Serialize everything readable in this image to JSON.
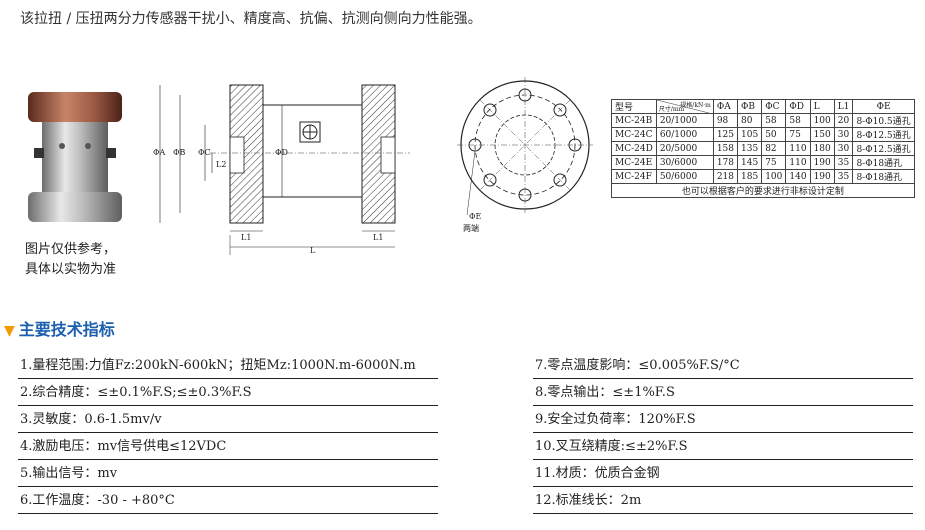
{
  "intro": "该拉扭 / 压扭两分力传感器干扰小、精度高、抗偏、抗测向侧向力性能强。",
  "photo": {
    "caption_line1": "图片仅供参考，",
    "caption_line2": "具体以实物为准"
  },
  "drawing": {
    "labels": {
      "a": "ΦA",
      "b": "ΦB",
      "c": "ΦC",
      "d": "ΦD",
      "l2": "L2",
      "l1_left": "L1",
      "l1_right": "L1",
      "l": "L",
      "e": "ΦE",
      "both_ends": "两端"
    }
  },
  "table": {
    "headers": [
      "型号",
      "",
      "ΦA",
      "ΦB",
      "ΦC",
      "ΦD",
      "L",
      "L1",
      "ΦE"
    ],
    "range_header_top": "规格/kN·m",
    "range_header_bottom": "尺寸/mm",
    "rows": [
      [
        "MC-24B",
        "20/1000",
        "98",
        "80",
        "58",
        "58",
        "100",
        "20",
        "8-Φ10.5通孔"
      ],
      [
        "MC-24C",
        "60/1000",
        "125",
        "105",
        "50",
        "75",
        "150",
        "30",
        "8-Φ12.5通孔"
      ],
      [
        "MC-24D",
        "20/5000",
        "158",
        "135",
        "82",
        "110",
        "180",
        "30",
        "8-Φ12.5通孔"
      ],
      [
        "MC-24E",
        "30/6000",
        "178",
        "145",
        "75",
        "110",
        "190",
        "35",
        "8-Φ18通孔"
      ],
      [
        "MC-24F",
        "50/6000",
        "218",
        "185",
        "100",
        "140",
        "190",
        "35",
        "8-Φ18通孔"
      ]
    ],
    "note": "也可以根据客户的要求进行非标设计定制"
  },
  "section": {
    "title": "主要技术指标"
  },
  "specs_left": [
    "1.量程范围:力值Fz:200kN-600kN；扭矩Mz:1000N.m-6000N.m",
    "2.综合精度：≤±0.1%F.S;≤±0.3%F.S",
    "3.灵敏度：0.6-1.5mv/v",
    "4.激励电压：mv信号供电≤12VDC",
    "5.输出信号：mv",
    "6.工作温度：-30 - +80°C"
  ],
  "specs_right": [
    "7.零点温度影响：≤0.005%F.S/°C",
    "8.零点输出：≤±1%F.S",
    "9.安全过负荷率：120%F.S",
    "10.叉互绕精度:≤±2%F.S",
    "11.材质：优质合金钢",
    "12.标准线长：2m"
  ],
  "colors": {
    "section_title": "#1b5fae",
    "triangle": "#f59a00"
  }
}
